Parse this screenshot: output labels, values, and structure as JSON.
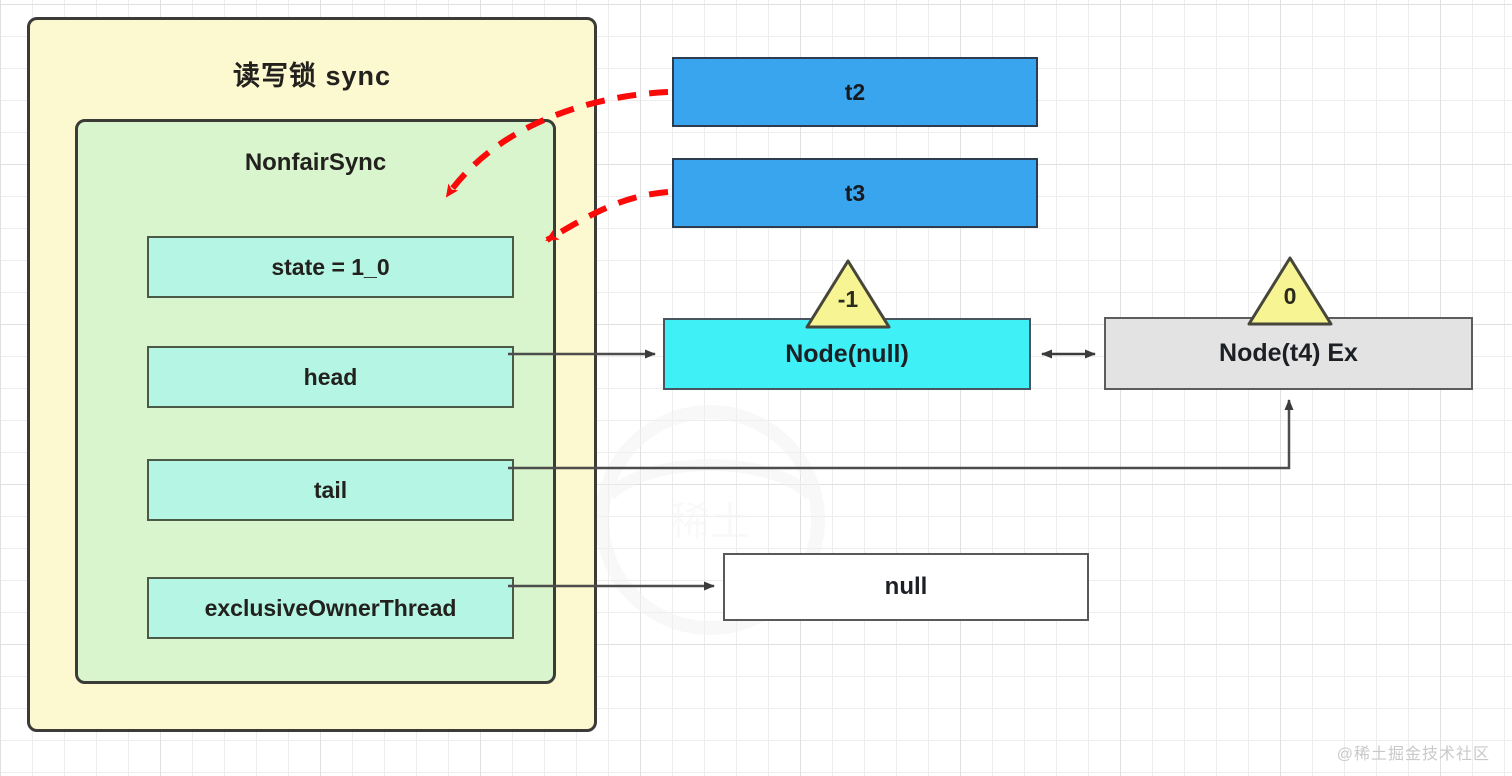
{
  "diagram": {
    "title": "读写锁 sync",
    "watermark": "@稀土掘金技术社区",
    "colors": {
      "outer_container": "#fcf8d0",
      "inner_container": "#d9f5cd",
      "field_box": "#b5f5e4",
      "thread_box": "#3aa5ef",
      "node_head": "#3ff0f7",
      "node_tail": "#e3e3e3",
      "null_box": "#ffffff",
      "wait_status_triangle": "#f7f593",
      "arrow_highlight": "#fb0a0a",
      "arrow_plain": "#4d4d4d",
      "border": "#3b3b37"
    }
  },
  "sync_container": {
    "label": "读写锁 sync",
    "inner": {
      "label": "NonfairSync",
      "fields": [
        {
          "name": "state",
          "label": "state = 1_0"
        },
        {
          "name": "head",
          "label": "head"
        },
        {
          "name": "tail",
          "label": "tail"
        },
        {
          "name": "exclusiveOwnerThread",
          "label": "exclusiveOwnerThread"
        }
      ]
    }
  },
  "threads": [
    {
      "id": "t2",
      "label": "t2"
    },
    {
      "id": "t3",
      "label": "t3"
    }
  ],
  "queue": {
    "nodes": [
      {
        "id": "node-null",
        "label": "Node(null)",
        "wait_status": "-1"
      },
      {
        "id": "node-t4",
        "label": "Node(t4) Ex",
        "wait_status": "0"
      }
    ]
  },
  "owner_value": {
    "label": "null"
  },
  "connections": [
    {
      "from": "t2",
      "to": "state",
      "style": "dashed-red",
      "label": ""
    },
    {
      "from": "t3",
      "to": "state",
      "style": "dashed-red",
      "label": ""
    },
    {
      "from": "head",
      "to": "node-null",
      "style": "solid",
      "label": ""
    },
    {
      "from": "tail",
      "to": "node-t4",
      "style": "solid",
      "label": ""
    },
    {
      "from": "node-null",
      "to": "node-t4",
      "style": "solid-bidirectional",
      "label": ""
    },
    {
      "from": "exclusiveOwnerThread",
      "to": "owner-null",
      "style": "solid",
      "label": ""
    }
  ]
}
